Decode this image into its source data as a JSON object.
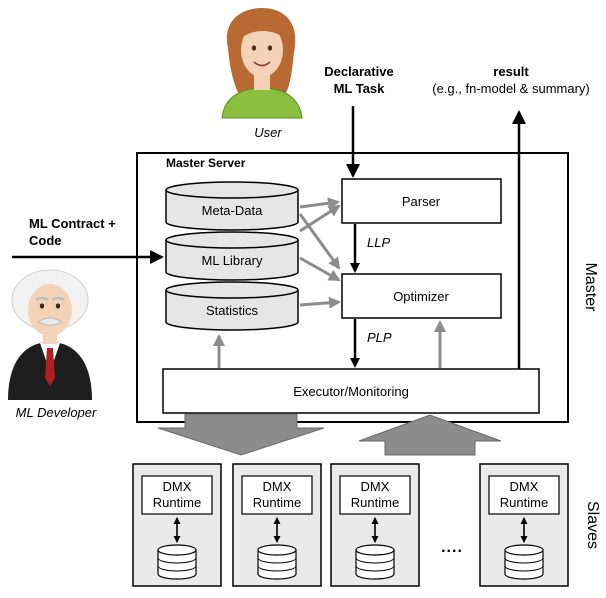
{
  "user": {
    "label": "User"
  },
  "task": {
    "line1": "Declarative",
    "line2": "ML Task"
  },
  "result": {
    "line1": "result",
    "line2": "(e.g., fn-model & summary)"
  },
  "contract": {
    "line1": "ML Contract +",
    "line2": "Code"
  },
  "developer": {
    "label": "ML Developer"
  },
  "master": {
    "title": "Master Server",
    "side_label": "Master",
    "stores": {
      "meta": "Meta-Data",
      "library": "ML Library",
      "stats": "Statistics"
    },
    "parser": "Parser",
    "optimizer": "Optimizer",
    "executor": "Executor/Monitoring",
    "llp": "LLP",
    "plp": "PLP"
  },
  "slaves": {
    "side_label": "Slaves",
    "node_line1": "DMX",
    "node_line2": "Runtime",
    "ellipsis": "....",
    "count_drawn": 4
  },
  "colors": {
    "db_fill": "#e6e6e6",
    "gray_arrow": "#8c8c8c",
    "slave_panel": "#eaeaea",
    "skin": "#f3d2b8",
    "hair_user": "#b86a32",
    "shirt_user": "#8dbf3f",
    "suit_dev": "#1e1e1e"
  },
  "icons": [
    "user-avatar-icon",
    "developer-avatar-icon",
    "database-icon",
    "double-arrow-icon"
  ]
}
